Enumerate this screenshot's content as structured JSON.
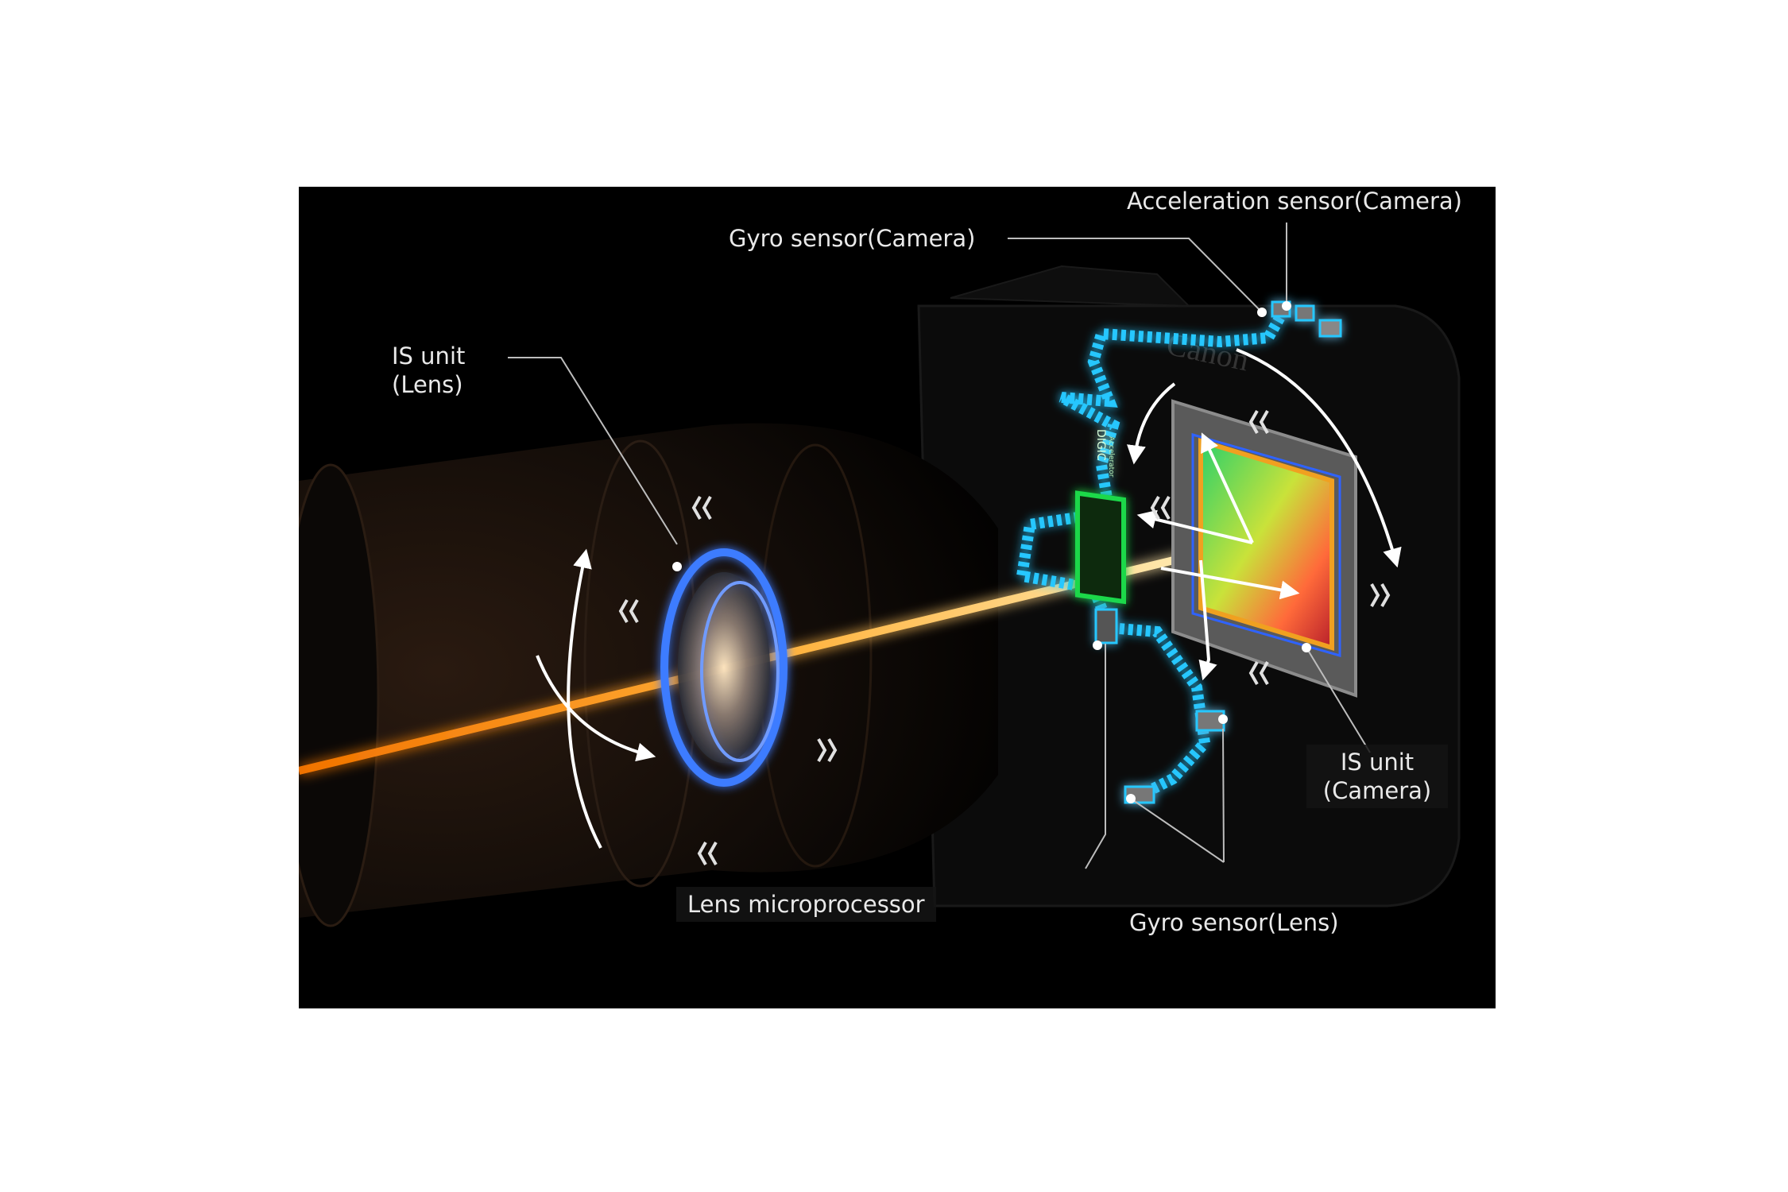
{
  "labels": {
    "acceleration_camera": "Acceleration sensor(Camera)",
    "gyro_camera": "Gyro sensor(Camera)",
    "is_unit_lens_line1": "IS unit",
    "is_unit_lens_line2": "(Lens)",
    "is_unit_camera_line1": "IS unit",
    "is_unit_camera_line2": "(Camera)",
    "lens_microprocessor": "Lens microprocessor",
    "gyro_lens": "Gyro sensor(Lens)"
  },
  "chip_text": {
    "brand": "DIGIC",
    "sub": "Accelerator"
  },
  "camera_brand": "Canon",
  "colors": {
    "background": "#000000",
    "page": "#ffffff",
    "light_beam": "#ff9a1a",
    "circuit_glow": "#27c7ff",
    "processor_glow": "#1bd84a",
    "lens_glow": "#3e7bff",
    "label_text": "#e9e9e9",
    "leader_line": "#bdbdbd"
  },
  "icons": [
    "lens-is-unit-icon",
    "image-sensor-icon",
    "processor-chip-icon",
    "gyro-sensor-icon",
    "acceleration-sensor-icon",
    "motion-arrow-icon"
  ]
}
